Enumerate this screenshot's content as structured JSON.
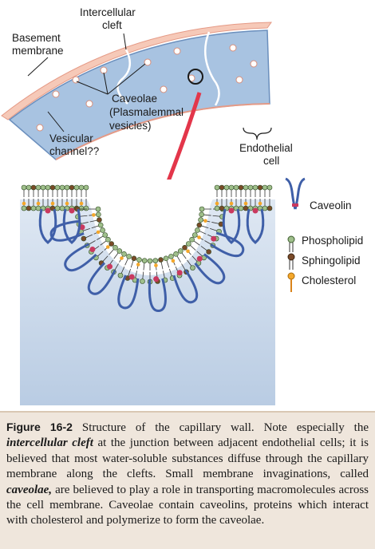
{
  "labels": {
    "intercellular_cleft_1": "Intercellular",
    "intercellular_cleft_2": "cleft",
    "basement_membrane_1": "Basement",
    "basement_membrane_2": "membrane",
    "caveolae_1": "Caveolae",
    "caveolae_2": "(Plasmalemmal",
    "caveolae_3": "vesicles)",
    "vesicular_channel_1": "Vesicular",
    "vesicular_channel_2": "channel??",
    "endothelial_cell_1": "Endothelial",
    "endothelial_cell_2": "cell"
  },
  "legend": {
    "caveolin": "Caveolin",
    "phospholipid": "Phospholipid",
    "sphingolipid": "Sphingolipid",
    "cholesterol": "Cholesterol"
  },
  "colors": {
    "cell_fill": "#a8c3e1",
    "basement": "#f0b9a6",
    "arrow": "#e3364a",
    "phospholipid_head": "#9fbf8b",
    "sphingolipid_head": "#7a4a28",
    "cholesterol": "#f4a72a",
    "caveolin": "#3f5fa8",
    "caveolin_mid": "#c9395f",
    "cytoplasm": "#cfdcec"
  },
  "caption": {
    "figure_label": "Figure 16-2",
    "part1": " Structure of the capillary wall. Note especially the ",
    "term1": "intercellular cleft",
    "part2": " at the junction between adjacent endothelial cells; it is believed that most water-soluble substances diffuse through the capillary membrane along the clefts. Small membrane invaginations, called ",
    "term2": "caveolae,",
    "part3": " are believed to play a role in transporting macromolecules across the cell membrane. Caveolae contain caveolins, proteins which interact with cholesterol and polymerize to form the caveolae."
  }
}
